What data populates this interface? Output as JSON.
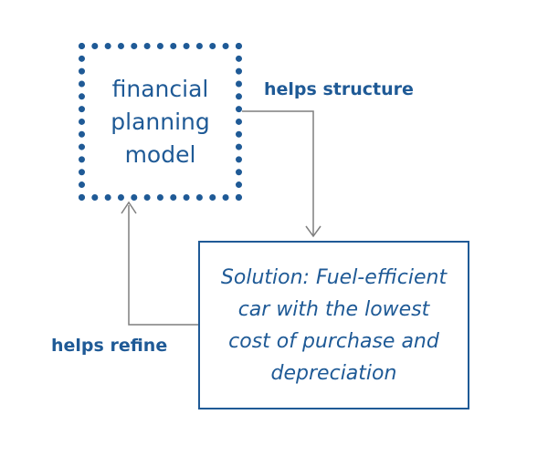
{
  "model_box": {
    "lines": [
      "financial",
      "planning",
      "model"
    ]
  },
  "solution_box": {
    "lines": [
      "Solution: Fuel-efficient",
      "car with the lowest",
      "cost of purchase and",
      "depreciation"
    ]
  },
  "edges": {
    "structure_label": "helps structure",
    "refine_label": "helps refine"
  },
  "colors": {
    "primary": "#1f5a96",
    "connector": "#7f7f7f"
  }
}
